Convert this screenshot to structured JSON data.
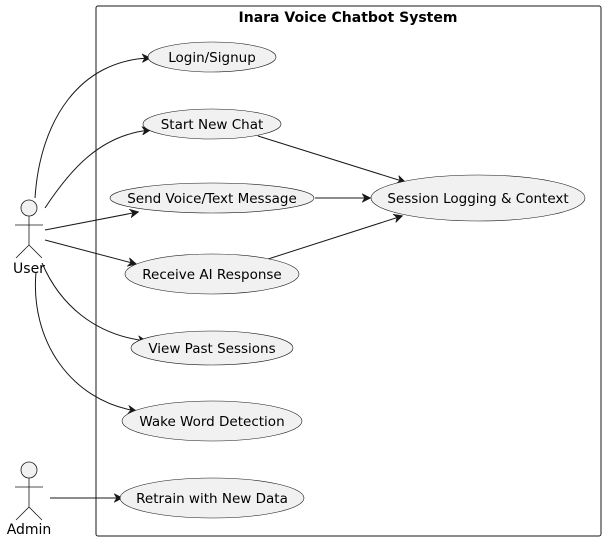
{
  "system": {
    "title": "Inara Voice Chatbot System"
  },
  "actors": {
    "user": "User",
    "admin": "Admin"
  },
  "use_cases": {
    "login": "Login/Signup",
    "start_chat": "Start New Chat",
    "send_message": "Send Voice/Text Message",
    "receive_response": "Receive AI Response",
    "view_sessions": "View Past Sessions",
    "wake_word": "Wake Word Detection",
    "retrain": "Retrain with New Data",
    "session_logging": "Session Logging & Context"
  },
  "colors": {
    "node_fill": "#f1f1f1",
    "stroke": "#181818"
  }
}
